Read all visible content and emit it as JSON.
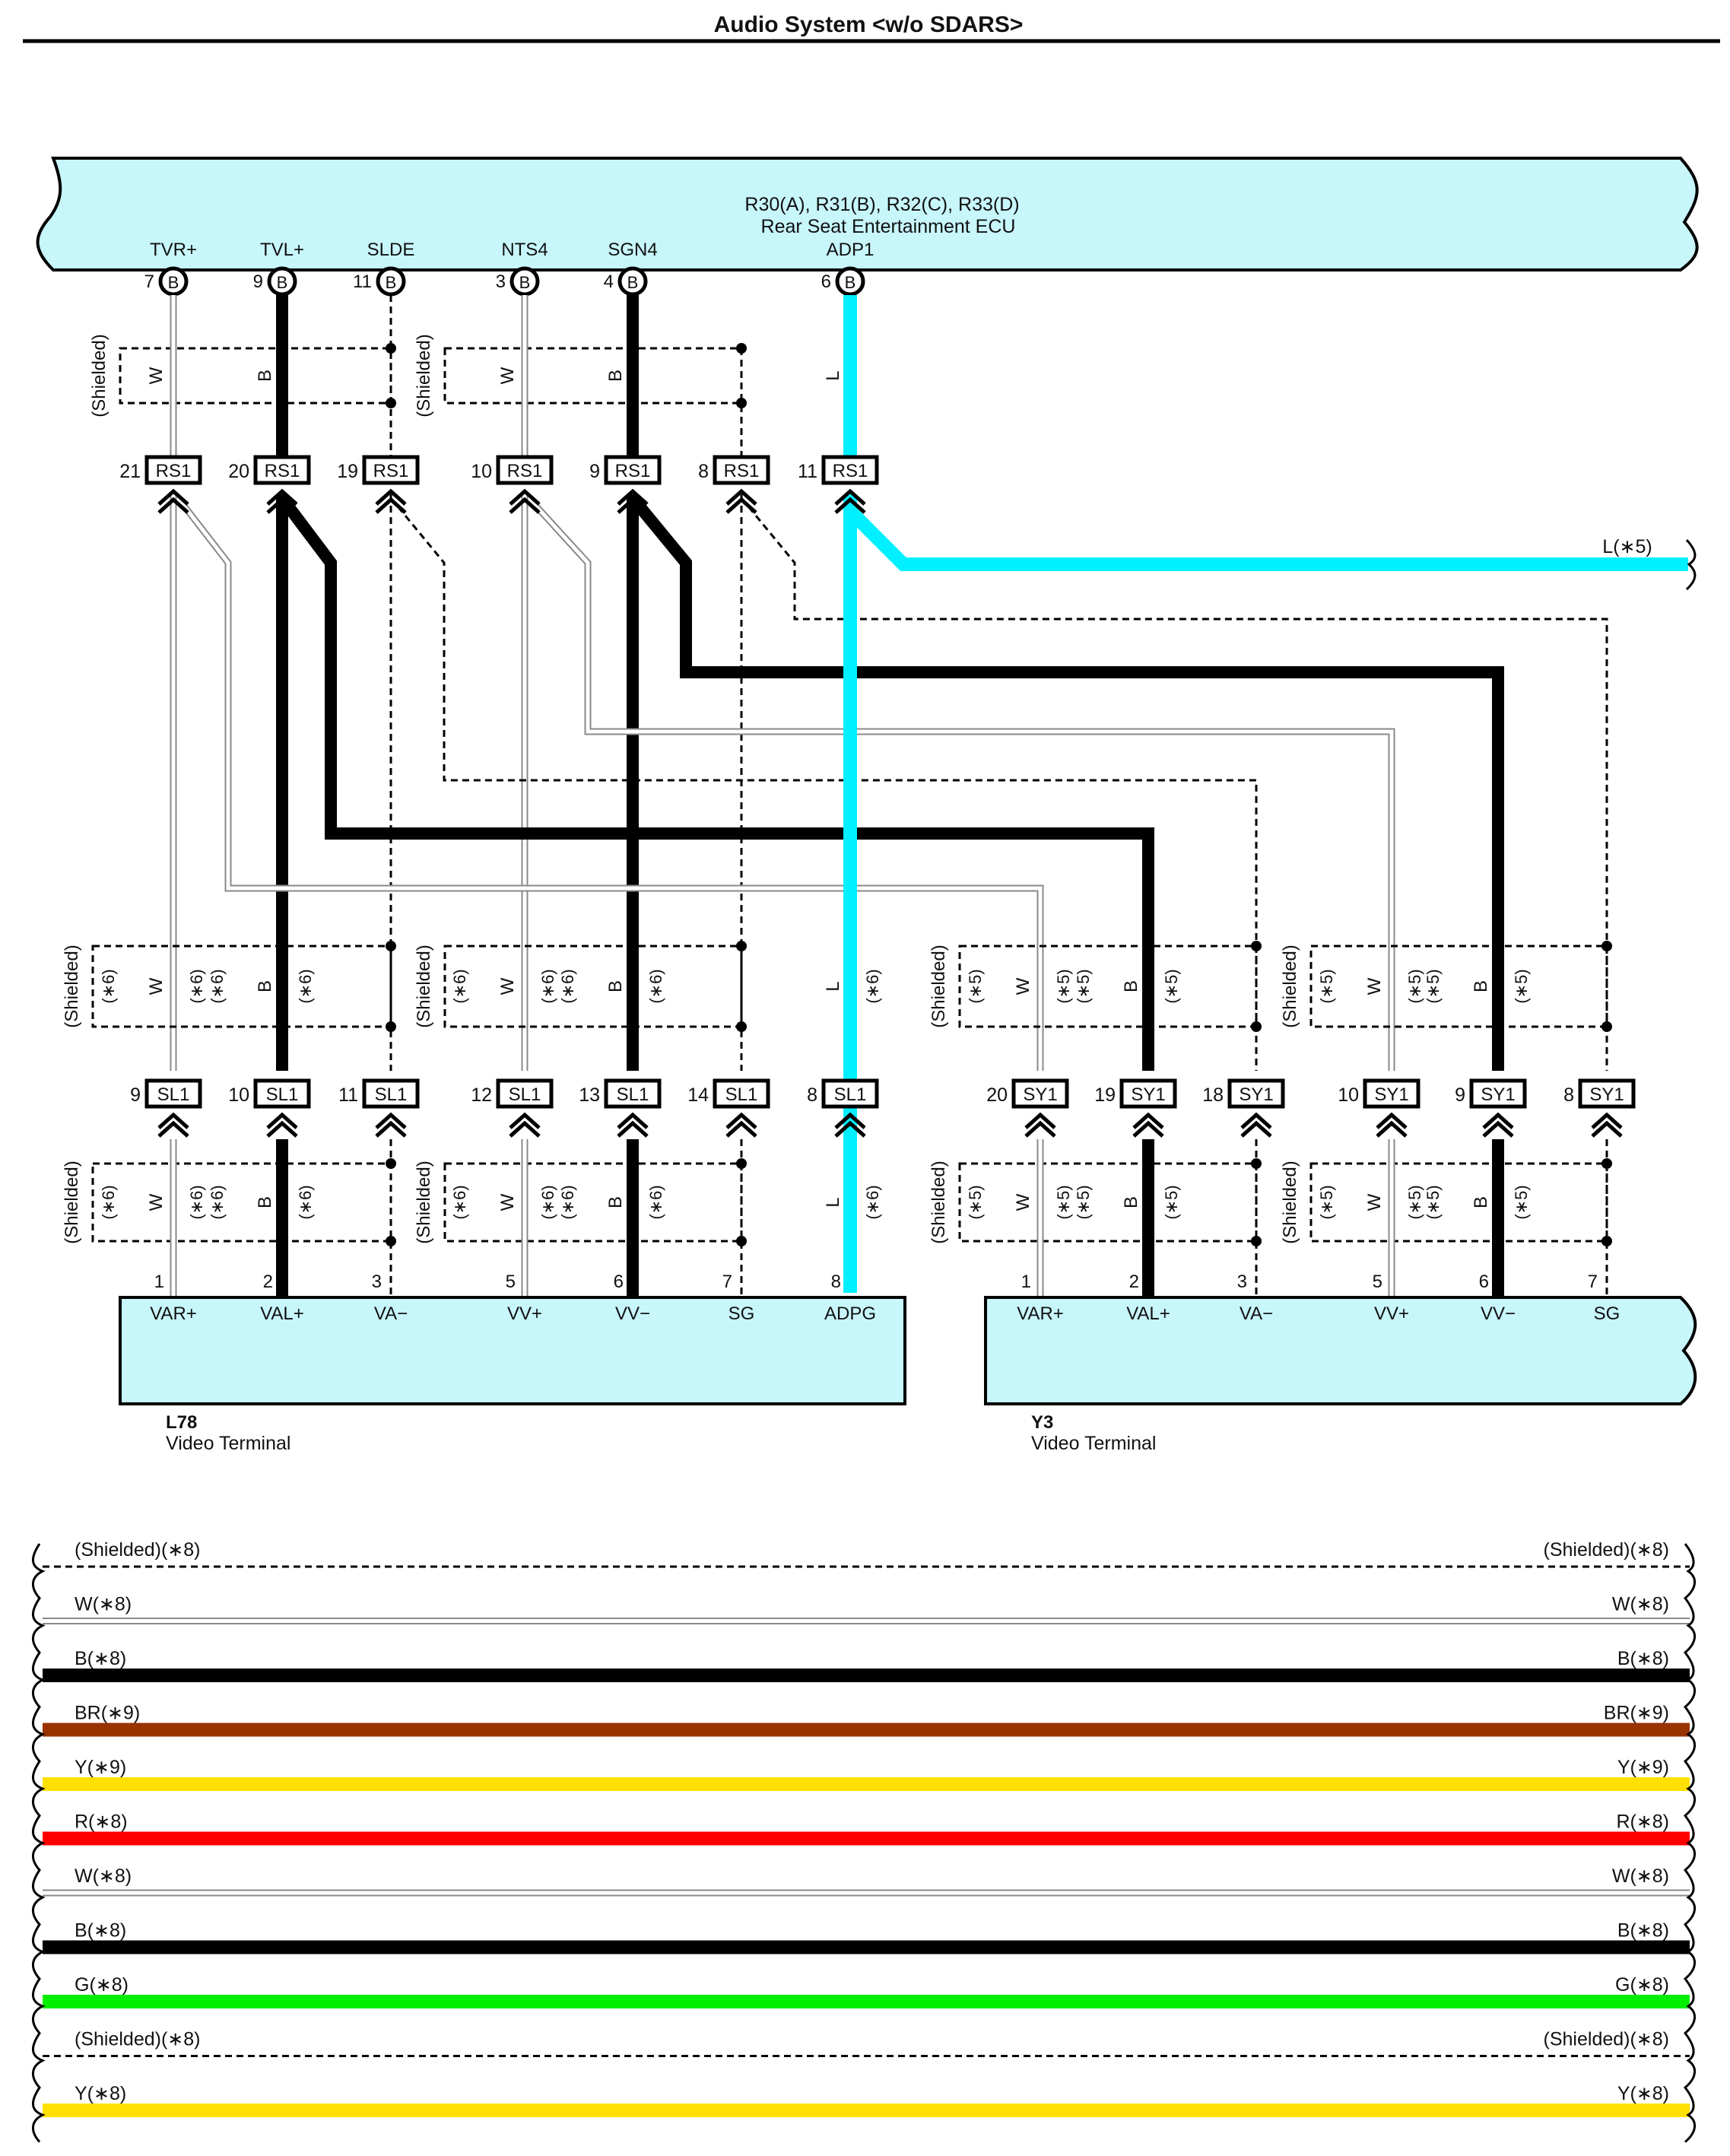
{
  "page_title": "Audio System <w/o SDARS>",
  "colors": {
    "ecu_fill": "#c7f6fb",
    "terminal_fill": "#c7f6fb",
    "W": "#d6d6d6",
    "B": "#000000",
    "L": "#00f0ff",
    "BR": "#993300",
    "Y": "#ffe000",
    "R": "#ff0000",
    "G": "#00ee00"
  },
  "ecu": {
    "name": "R30(A), R31(B), R32(C), R33(D)",
    "subtitle": "Rear Seat Entertainment ECU",
    "pins": [
      {
        "label": "TVR+",
        "num": "7",
        "conn": "B"
      },
      {
        "label": "TVL+",
        "num": "9",
        "conn": "B"
      },
      {
        "label": "SLDE",
        "num": "11",
        "conn": "B"
      },
      {
        "label": "NTS4",
        "num": "3",
        "conn": "B"
      },
      {
        "label": "SGN4",
        "num": "4",
        "conn": "B"
      },
      {
        "label": "ADP1",
        "num": "6",
        "conn": "B"
      }
    ]
  },
  "rs1_connectors": [
    {
      "num": "21",
      "label": "RS1"
    },
    {
      "num": "20",
      "label": "RS1"
    },
    {
      "num": "19",
      "label": "RS1"
    },
    {
      "num": "10",
      "label": "RS1"
    },
    {
      "num": "9",
      "label": "RS1"
    },
    {
      "num": "8",
      "label": "RS1"
    },
    {
      "num": "11",
      "label": "RS1"
    }
  ],
  "l_branch_label": "L(∗5)",
  "shield_text": "(Shielded)",
  "tags": {
    "six": "(∗6)",
    "five": "(∗5)"
  },
  "wire_letters": {
    "W": "W",
    "B": "B",
    "L": "L"
  },
  "sl1_connectors": [
    {
      "num": "9",
      "label": "SL1"
    },
    {
      "num": "10",
      "label": "SL1"
    },
    {
      "num": "11",
      "label": "SL1"
    },
    {
      "num": "12",
      "label": "SL1"
    },
    {
      "num": "13",
      "label": "SL1"
    },
    {
      "num": "14",
      "label": "SL1"
    },
    {
      "num": "8",
      "label": "SL1"
    }
  ],
  "sy1_connectors": [
    {
      "num": "20",
      "label": "SY1"
    },
    {
      "num": "19",
      "label": "SY1"
    },
    {
      "num": "18",
      "label": "SY1"
    },
    {
      "num": "10",
      "label": "SY1"
    },
    {
      "num": "9",
      "label": "SY1"
    },
    {
      "num": "8",
      "label": "SY1"
    }
  ],
  "l78": {
    "id": "L78",
    "name": "Video Terminal",
    "pins": [
      {
        "num": "1",
        "label": "VAR+"
      },
      {
        "num": "2",
        "label": "VAL+"
      },
      {
        "num": "3",
        "label": "VA−"
      },
      {
        "num": "5",
        "label": "VV+"
      },
      {
        "num": "6",
        "label": "VV−"
      },
      {
        "num": "7",
        "label": "SG"
      },
      {
        "num": "8",
        "label": "ADPG"
      }
    ]
  },
  "y3": {
    "id": "Y3",
    "name": "Video Terminal",
    "pins": [
      {
        "num": "1",
        "label": "VAR+"
      },
      {
        "num": "2",
        "label": "VAL+"
      },
      {
        "num": "3",
        "label": "VA−"
      },
      {
        "num": "5",
        "label": "VV+"
      },
      {
        "num": "6",
        "label": "VV−"
      },
      {
        "num": "7",
        "label": "SG"
      }
    ]
  },
  "legend": [
    {
      "label": "(Shielded)(∗8)",
      "color": "shield"
    },
    {
      "label": "W(∗8)",
      "color": "W"
    },
    {
      "label": "B(∗8)",
      "color": "B"
    },
    {
      "label": "BR(∗9)",
      "color": "BR"
    },
    {
      "label": "Y(∗9)",
      "color": "Y"
    },
    {
      "label": "R(∗8)",
      "color": "R"
    },
    {
      "label": "W(∗8)",
      "color": "W"
    },
    {
      "label": "B(∗8)",
      "color": "B"
    },
    {
      "label": "G(∗8)",
      "color": "G"
    },
    {
      "label": "(Shielded)(∗8)",
      "color": "shield"
    },
    {
      "label": "Y(∗8)",
      "color": "Y"
    }
  ]
}
